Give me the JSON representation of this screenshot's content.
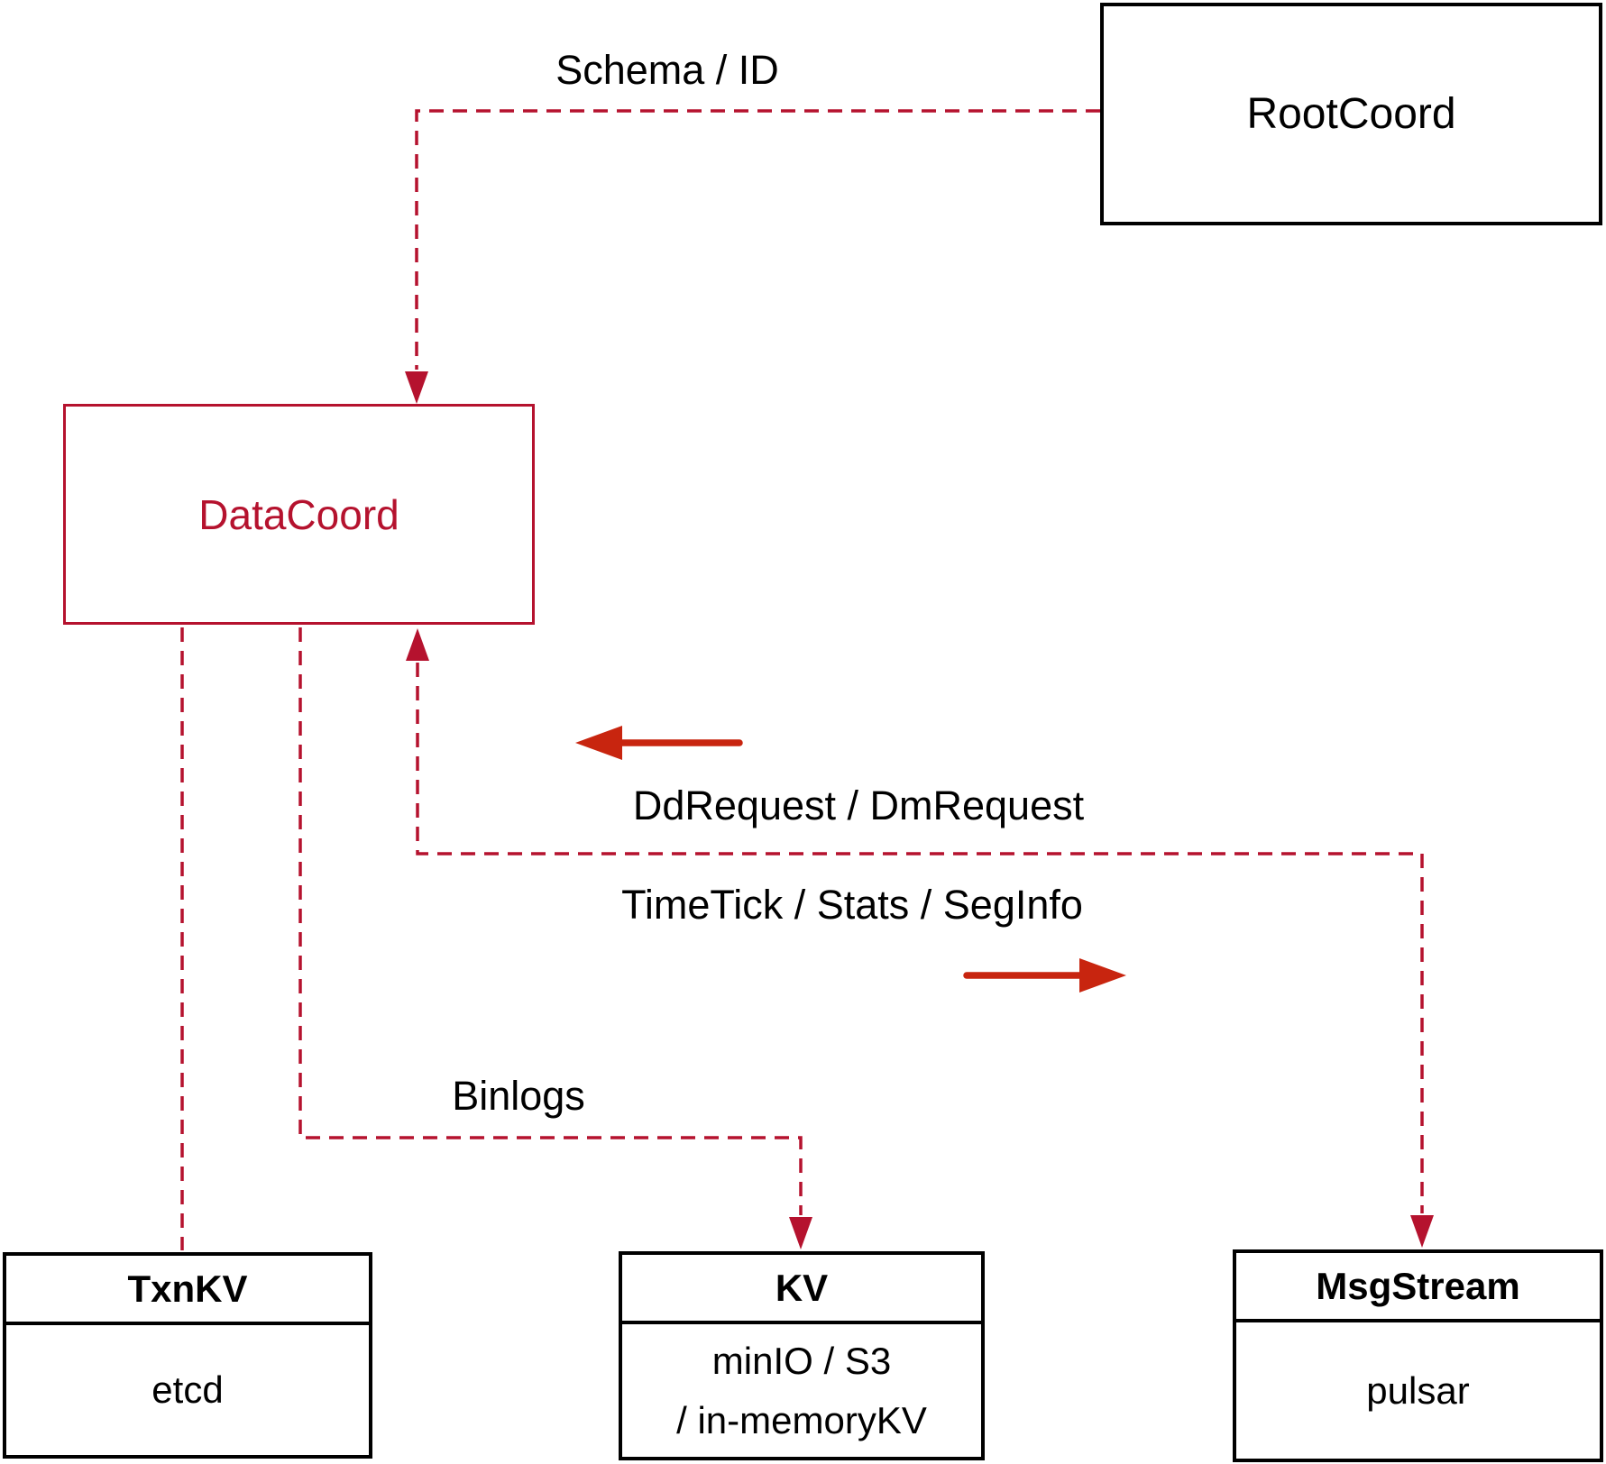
{
  "diagram": {
    "nodes": {
      "rootcoord": {
        "label": "RootCoord"
      },
      "datacoord": {
        "label": "DataCoord"
      },
      "txnkv": {
        "title": "TxnKV",
        "body": "etcd"
      },
      "kv": {
        "title": "KV",
        "body_line1": "minIO / S3",
        "body_line2": "/ in-memoryKV"
      },
      "msgstream": {
        "title": "MsgStream",
        "body": "pulsar"
      }
    },
    "edges": {
      "schema_id": {
        "label": "Schema / ID"
      },
      "dd_dm_request": {
        "label": "DdRequest / DmRequest"
      },
      "timetick_stats_seginfo": {
        "label": "TimeTick / Stats / SegInfo"
      },
      "binlogs": {
        "label": "Binlogs"
      }
    },
    "colors": {
      "connector": "#b5122e",
      "solid_arrow": "#c8250f",
      "box_border": "#000000",
      "text": "#000000",
      "background": "#ffffff"
    }
  }
}
